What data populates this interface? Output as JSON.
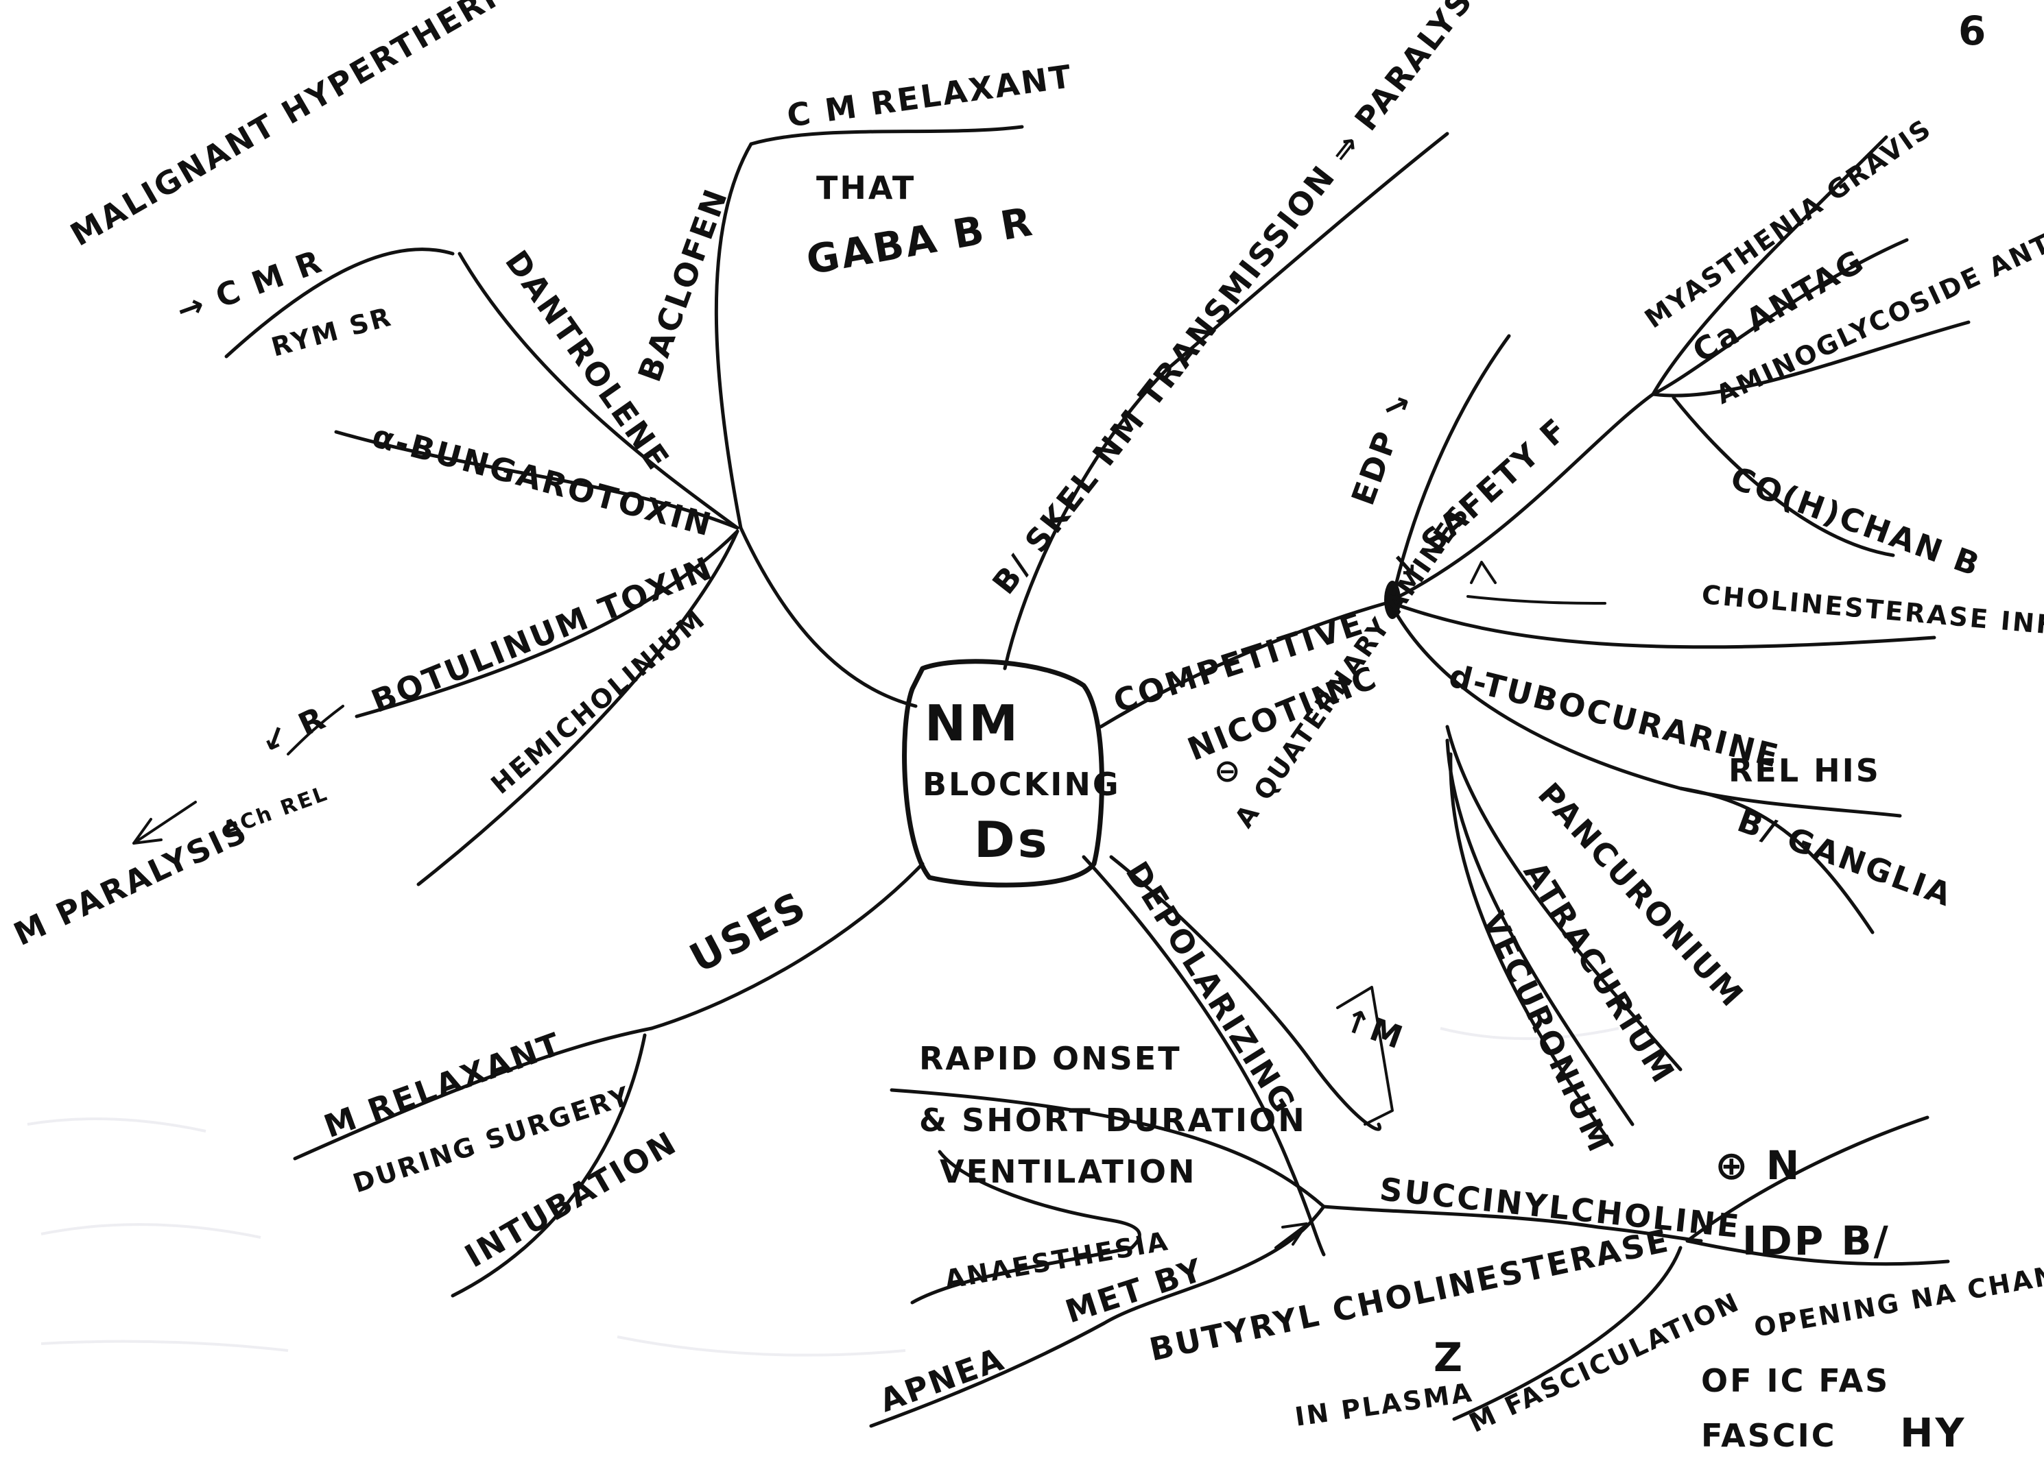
{
  "center": {
    "line1": "NM",
    "line2": "BLOCKING",
    "line3": "Ds"
  },
  "page_number": "6",
  "branches": {
    "left": {
      "malignant": "MALIGNANT HYPERTHERMIA",
      "cmr": "→ C M R",
      "rym_sh": "RYM SR",
      "dantrolene": "DANTROLENE",
      "bungarotoxin": "α-BUNGAROTOXIN",
      "botulinum": "BOTULINUM TOXIN",
      "hemicholinium": "HEMICHOLINIUM",
      "arrow_note_1": "↙ R",
      "arrow_note_2": "ACh REL",
      "paralysis_note": "M PARALYSIS"
    },
    "top": {
      "baclofen": "BACLOFEN",
      "cm_relaxant": "C M RELAXANT",
      "that": "THAT",
      "gabab": "GABA B R",
      "b_skel": "B/ SKEL NM TRANSMISSION ⇒ PARALYSIS"
    },
    "competitive": {
      "competitive": "COMPETITIVE",
      "nicotinic": "NICOTINIC",
      "antag": "⊖",
      "quaternary": "A QUATERNARY AMINES",
      "edp": "EDP ↘",
      "safety": "↓ SAFETY F",
      "arrow_up": "↑",
      "myasthenia": "MYASTHENIA GRAVIS",
      "ca_antagonist": "Ca ANTAG",
      "aminoglycoside": "AMINOGLYCOSIDE ANTIBIOTIC",
      "coch": "CO(H)CHAN B",
      "cholinesterase": "CHOLINESTERASE INHIB",
      "tubocurarine": "d-TUBOCURARINE",
      "rel_his": "REL HIS",
      "ganglia": "B/ GANGLIA",
      "pancuronium": "PANCURONIUM",
      "atracurium": "ATRACURIUM",
      "vecuronium": "VECURONIUM"
    },
    "depolarizing": {
      "depolarizing": "DEPOLARIZING",
      "depol_note": "↑M",
      "succinylcholine": "SUCCINYLCHOLINE",
      "n_site": "⊕ N",
      "idp_b": "IDP B/",
      "rapid_onset": "RAPID ONSET",
      "short_duration": "& SHORT DURATION",
      "ventilation": "VENTILATION",
      "anaesthesia": "ANAESTHESIA",
      "met_by": "MET BY",
      "apnea": "APNEA",
      "butyryl": "BUTYRYL CHOLINESTERASE",
      "plasma": "IN PLASMA",
      "z": "Z",
      "m_fasciculation": "M FASCICULATION",
      "opening": "OPENING NA CHANNELS",
      "of_fas": "OF IC FAS",
      "fascic": "FASCIC",
      "hy": "HY"
    },
    "uses": {
      "uses": "USES",
      "m_relaxant": "M RELAXANT",
      "during_surgery": "DURING SURGERY",
      "intubation": "INTUBATION"
    }
  }
}
